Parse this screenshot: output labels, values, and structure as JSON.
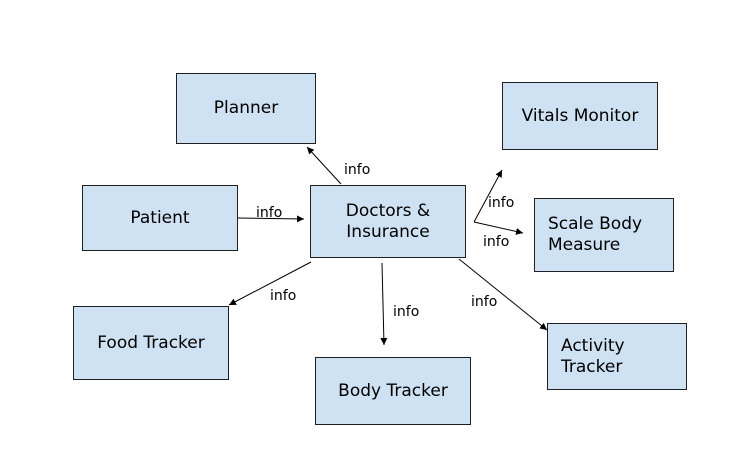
{
  "nodes": {
    "planner": "Planner",
    "patient": "Patient",
    "doctors_insurance": "Doctors &\nInsurance",
    "vitals_monitor": "Vitals Monitor",
    "scale_body_measure": "Scale Body\nMeasure",
    "food_tracker": "Food Tracker",
    "body_tracker": "Body Tracker",
    "activity_tracker": "Activity\nTracker"
  },
  "edges": [
    {
      "from": "doctors_insurance",
      "to": "planner",
      "label": "info"
    },
    {
      "from": "patient",
      "to": "doctors_insurance",
      "label": "info"
    },
    {
      "from": "doctors_insurance",
      "to": "vitals_monitor",
      "label": "info"
    },
    {
      "from": "doctors_insurance",
      "to": "scale_body_measure",
      "label": "info"
    },
    {
      "from": "doctors_insurance",
      "to": "food_tracker",
      "label": "info"
    },
    {
      "from": "doctors_insurance",
      "to": "body_tracker",
      "label": "info"
    },
    {
      "from": "doctors_insurance",
      "to": "activity_tracker",
      "label": "info"
    }
  ]
}
